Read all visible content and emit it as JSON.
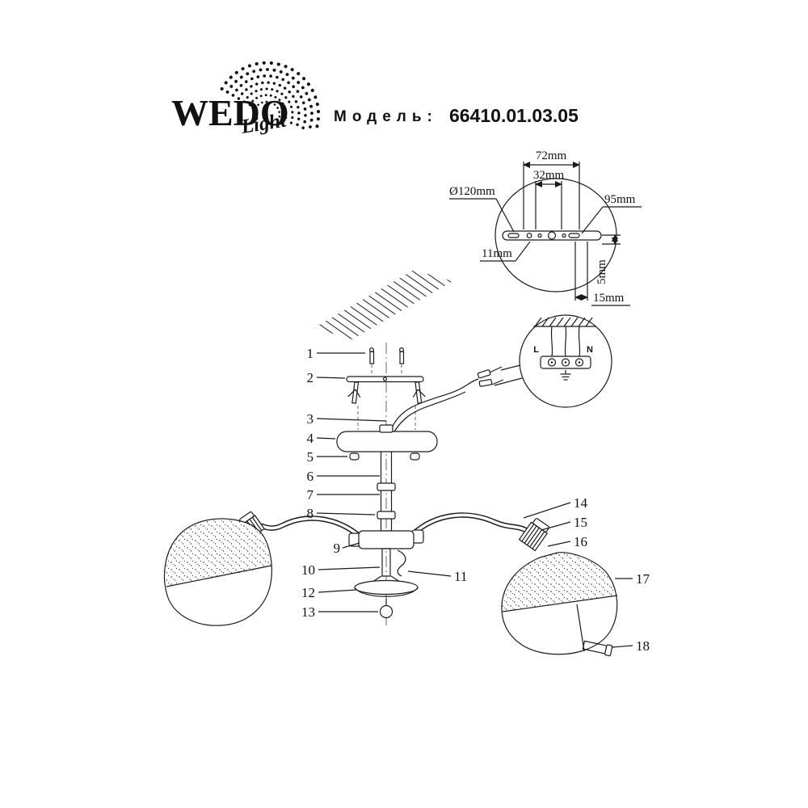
{
  "brand": {
    "wordmark": "WEDO",
    "script": "Light"
  },
  "header": {
    "model_label": "Модель:",
    "model_number": "66410.01.03.05"
  },
  "mount_detail": {
    "dia": "Ø120mm",
    "d72": "72mm",
    "d32": "32mm",
    "d95": "95mm",
    "d11": "11mm",
    "d5": "5mm",
    "d15": "15mm"
  },
  "wiring_detail": {
    "live": "L",
    "neutral": "N"
  },
  "callouts": [
    "1",
    "2",
    "3",
    "4",
    "5",
    "6",
    "7",
    "8",
    "9",
    "10",
    "11",
    "12",
    "13",
    "14",
    "15",
    "16",
    "17",
    "18"
  ]
}
